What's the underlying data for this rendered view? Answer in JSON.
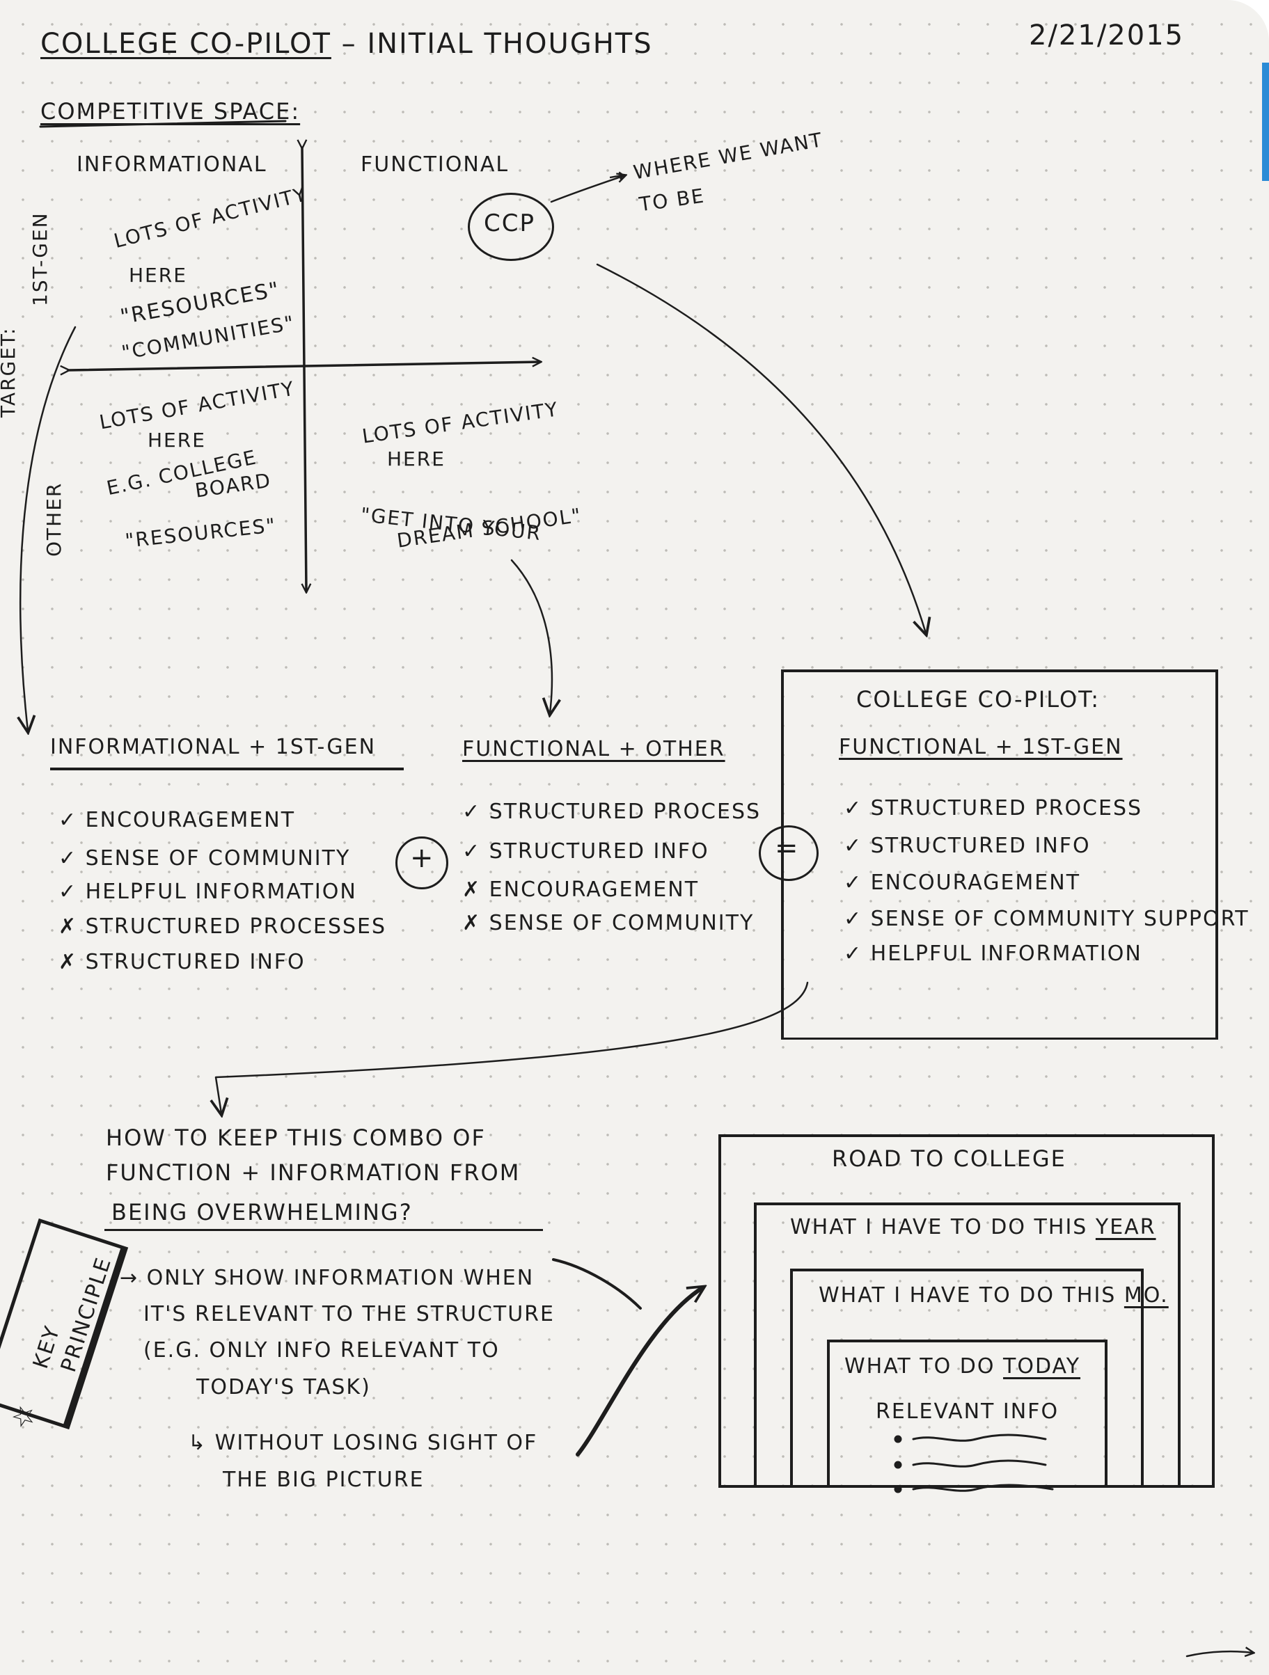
{
  "header": {
    "title": "College Co-Pilot",
    "title_suffix": "– Initial Thoughts",
    "date": "2/21/2015"
  },
  "competitive": {
    "heading": "Competitive Space:",
    "axis_informational": "Informational",
    "axis_functional": "Functional",
    "ccp": "CCP",
    "ccp_note_1": "→ Where we want",
    "ccp_note_2": "to be",
    "target_label": "Target:",
    "row_1st_gen": "1st-Gen",
    "row_other": "Other",
    "q1_line1": "Lots of Activity",
    "q1_line2": "here",
    "q1_line3": "\"Resources\"",
    "q1_line4": "\"Communities\"",
    "q3_line1": "Lots of Activity",
    "q3_line2": "here",
    "q3_line3": "e.g. College",
    "q3_line4": "Board",
    "q3_line5": "\"Resources\"",
    "q4_line1": "Lots of Activity",
    "q4_line2": "here",
    "q4_line3": "\"Get into your",
    "q4_line4": "dream school\""
  },
  "col_info": {
    "heading": "Informational + 1st-Gen",
    "items": [
      "✓ Encouragement",
      "✓ Sense of Community",
      "✓ Helpful Information",
      "✗ Structured Processes",
      "✗ Structured Info"
    ]
  },
  "plus": "+",
  "col_func": {
    "heading": "Functional + Other",
    "items": [
      "✓ Structured Process",
      "✓ Structured Info",
      "✗ Encouragement",
      "✗ Sense of Community"
    ]
  },
  "equals": "=",
  "col_ccp": {
    "title": "College Co-Pilot:",
    "heading": "Functional + 1st-Gen",
    "items": [
      "✓ Structured Process",
      "✓ Structured Info",
      "✓ Encouragement",
      "✓ Sense of Community Support",
      "✓ Helpful Information"
    ]
  },
  "question": {
    "line1": "How to keep this combo of",
    "line2": "function + information from",
    "line3": "being overwhelming?"
  },
  "principle": {
    "badge_line1": "Key",
    "badge_line2": "Principle",
    "star": "☆",
    "line1": "→ Only show information when",
    "line2": "it's relevant to the structure",
    "line3": "(e.g. only info relevant to",
    "line4": "today's task)",
    "line5": "↳ without losing sight of",
    "line6": "the big picture"
  },
  "nested": {
    "outer": "Road to College",
    "year_prefix": "What I have to do this",
    "year_word": "year",
    "month_prefix": "What I have to do this",
    "month_word": "mo.",
    "today_prefix": "What to do",
    "today_word": "today",
    "relevant": "Relevant Info"
  }
}
